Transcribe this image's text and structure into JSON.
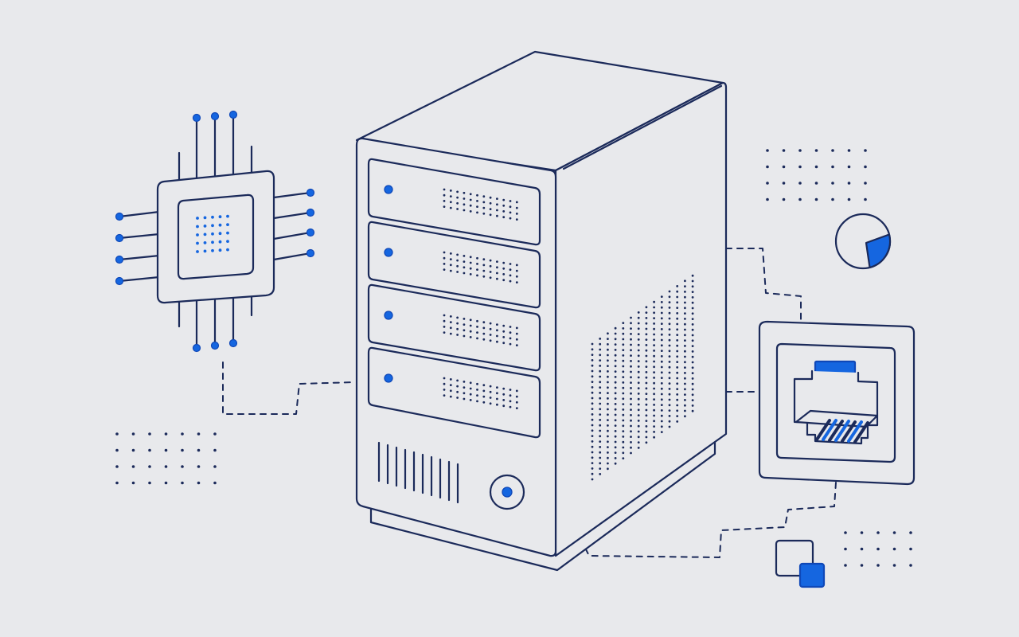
{
  "colors": {
    "background": "#e8e9ec",
    "fill": "#e8e9ec",
    "line": "#1b2a5a",
    "accent": "#1566e0",
    "accent_dark": "#0f48b8"
  },
  "illustration": {
    "subject": "server-tower",
    "elements": [
      "cpu-chip-icon",
      "server-tower",
      "ethernet-port-icon",
      "pie-chart-icon",
      "overlapping-squares-icon",
      "dot-grid"
    ],
    "drive_bays": 4,
    "pie_fill_fraction": 0.25
  }
}
